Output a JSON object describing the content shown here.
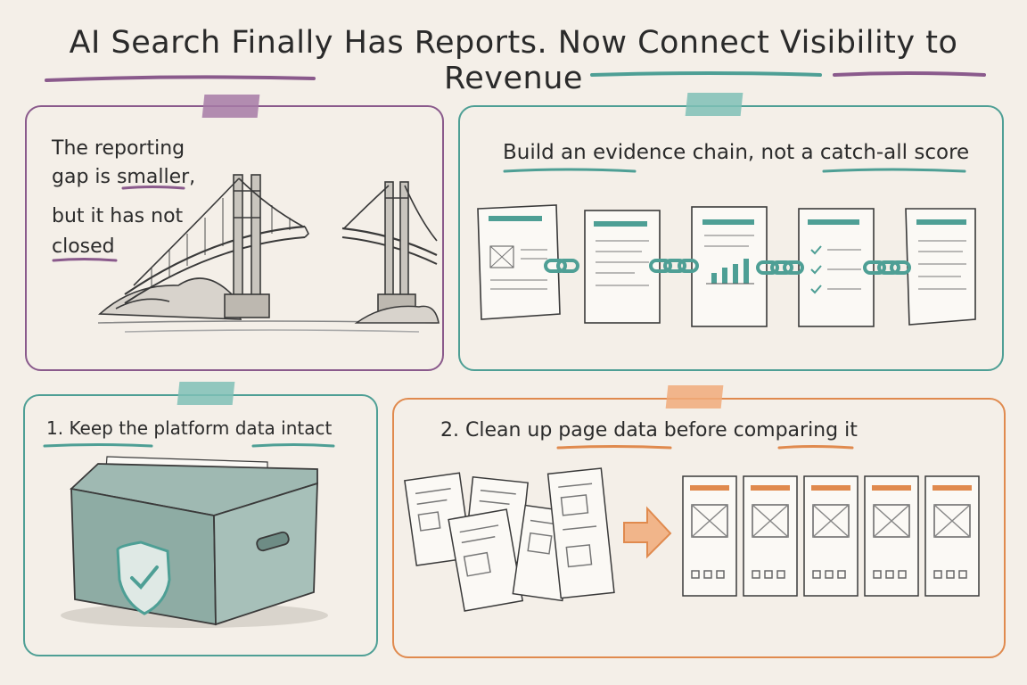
{
  "title": "AI Search Finally Has Reports. Now Connect Visibility to Revenue",
  "colors": {
    "purple": "#8a5a8c",
    "teal": "#4e9f95",
    "orange": "#e08a4e",
    "ink": "#3a3a3a",
    "paper": "#fbf9f5"
  },
  "panels": {
    "gap": {
      "text_lines": [
        "The reporting",
        "gap is smaller,",
        "but it has not",
        "closed"
      ]
    },
    "chain": {
      "heading": "Build an evidence chain, not a catch-all score"
    },
    "platform": {
      "heading": "1. Keep the platform data intact"
    },
    "cleanup": {
      "heading": "2. Clean up page data before comparing it"
    }
  }
}
